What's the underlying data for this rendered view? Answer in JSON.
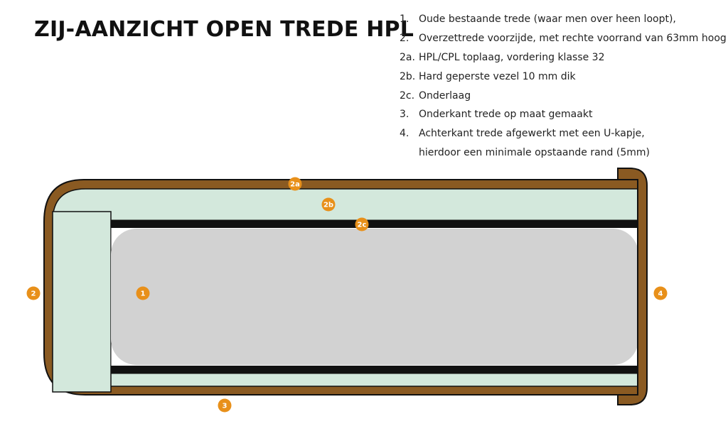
{
  "title": "ZIJ-AANZICHT OPEN TREDE HPL",
  "legend": [
    {
      "num": "1.",
      "text": "Oude bestaande trede  (waar men over heen loopt),"
    },
    {
      "num": "2.",
      "text": "Overzettrede voorzijde, met rechte voorrand van 63mm hoog"
    },
    {
      "num": "2a.",
      "text": "HPL/CPL toplaag, vordering klasse 32"
    },
    {
      "num": "2b.",
      "text": "Hard geperste vezel 10 mm dik"
    },
    {
      "num": "2c.",
      "text": "Onderlaag"
    },
    {
      "num": "3.",
      "text": "Onderkant trede op maat gemaakt"
    },
    {
      "num": "4.",
      "text": "Achterkant trede afgewerkt met een U-kapje,"
    },
    {
      "num": "",
      "text": "hierdoor een minimale opstaande rand (5mm)"
    }
  ],
  "badges": {
    "b2a": "2a",
    "b2b": "2b",
    "b2c": "2c",
    "b1": "1",
    "b2": "2",
    "b3": "3",
    "b4": "4"
  },
  "colors": {
    "brown": "#8a5a22",
    "mint": "#d3e8dc",
    "grey": "#d2d2d2",
    "black": "#111111",
    "badge": "#e8901a"
  }
}
